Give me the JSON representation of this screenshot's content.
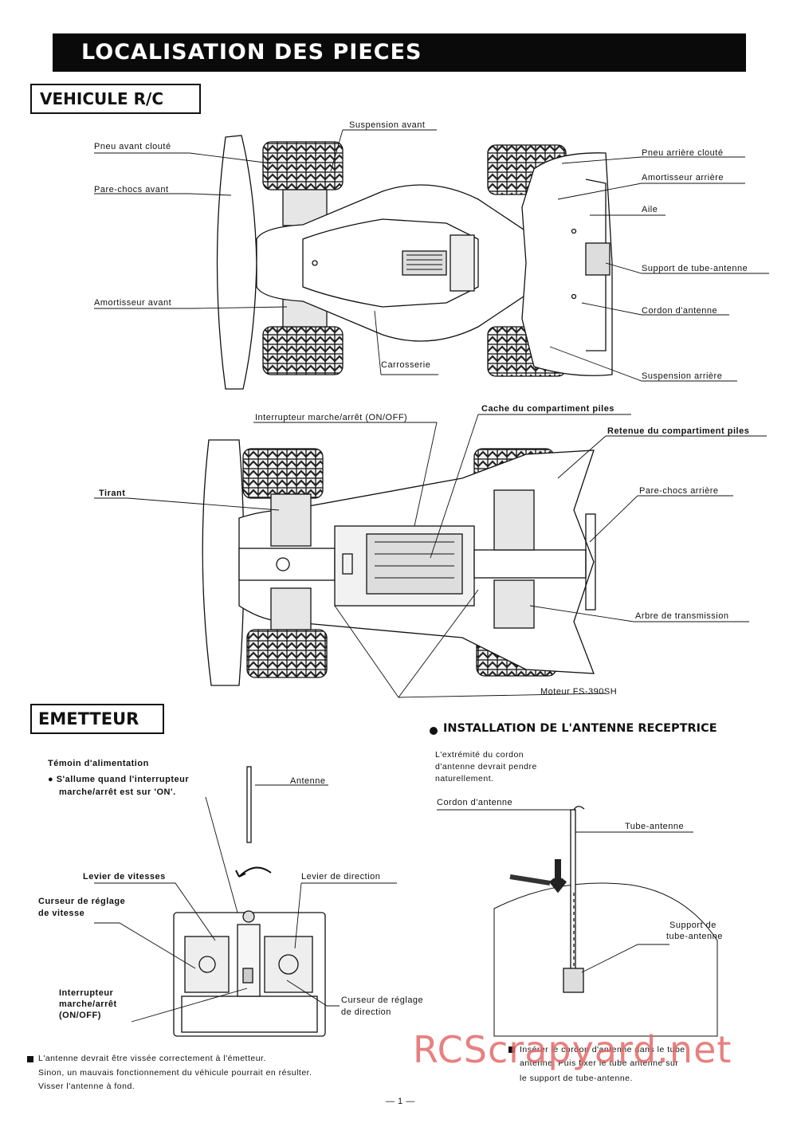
{
  "header": {
    "title": "LOCALISATION DES PIECES"
  },
  "sections": {
    "vehicle": "VEHICULE R/C",
    "transmitter": "EMETTEUR",
    "antenna_install": "INSTALLATION DE L'ANTENNE RECEPTRICE"
  },
  "top_view_labels": {
    "suspension_avant": "Suspension avant",
    "pneu_avant": "Pneu avant clouté",
    "pare_chocs_avant": "Pare-chocs avant",
    "amortisseur_avant": "Amortisseur avant",
    "carrosserie": "Carrosserie",
    "pneu_arriere": "Pneu arrière clouté",
    "amortisseur_arriere": "Amortisseur arrière",
    "aile": "Aile",
    "support_tube": "Support de tube-antenne",
    "cordon_antenne": "Cordon d'antenne",
    "suspension_arriere": "Suspension arrière"
  },
  "bottom_view_labels": {
    "interrupteur": "Interrupteur marche/arrêt (ON/OFF)",
    "cache_piles": "Cache du compartiment piles",
    "retenue_piles": "Retenue du compartiment piles",
    "tirant": "Tirant",
    "pare_chocs_arriere": "Pare-chocs arrière",
    "arbre": "Arbre de transmission",
    "moteur": "Moteur FS-390SH"
  },
  "transmitter_labels": {
    "temoin": "Témoin d'alimentation",
    "temoin_desc_1": "S'allume quand l'interrupteur",
    "temoin_desc_2": "marche/arrêt est sur 'ON'.",
    "antenne": "Antenne",
    "levier_vitesses": "Levier de vitesses",
    "levier_direction": "Levier de direction",
    "curseur_vitesse_1": "Curseur de réglage",
    "curseur_vitesse_2": "de vitesse",
    "interrupteur_1": "Interrupteur",
    "interrupteur_2": "marche/arrêt",
    "interrupteur_3": "(ON/OFF)",
    "curseur_direction_1": "Curseur de réglage",
    "curseur_direction_2": "de direction"
  },
  "antenna_install": {
    "desc_1": "L'extrémité du cordon",
    "desc_2": "d'antenne devrait pendre",
    "desc_3": "naturellement.",
    "cordon": "Cordon d'antenne",
    "tube": "Tube-antenne",
    "support_1": "Support de",
    "support_2": "tube-antenne",
    "note_1": "Insérer le cordon d'antenne dans le tube",
    "note_2": "antenne. Puis fixer le tube antenne sur",
    "note_3": "le support de tube-antenne."
  },
  "footer": {
    "note_1": "L'antenne devrait être vissée correctement à l'émetteur.",
    "note_2": "Sinon, un mauvais fonctionnement du véhicule pourrait en résulter.",
    "note_3": "Visser l'antenne à fond.",
    "page": "— 1 —",
    "watermark": "RCScrapyard.net"
  },
  "colors": {
    "ink": "#111111",
    "banner": "#0a0a0a",
    "watermark": "#e56b6b"
  }
}
